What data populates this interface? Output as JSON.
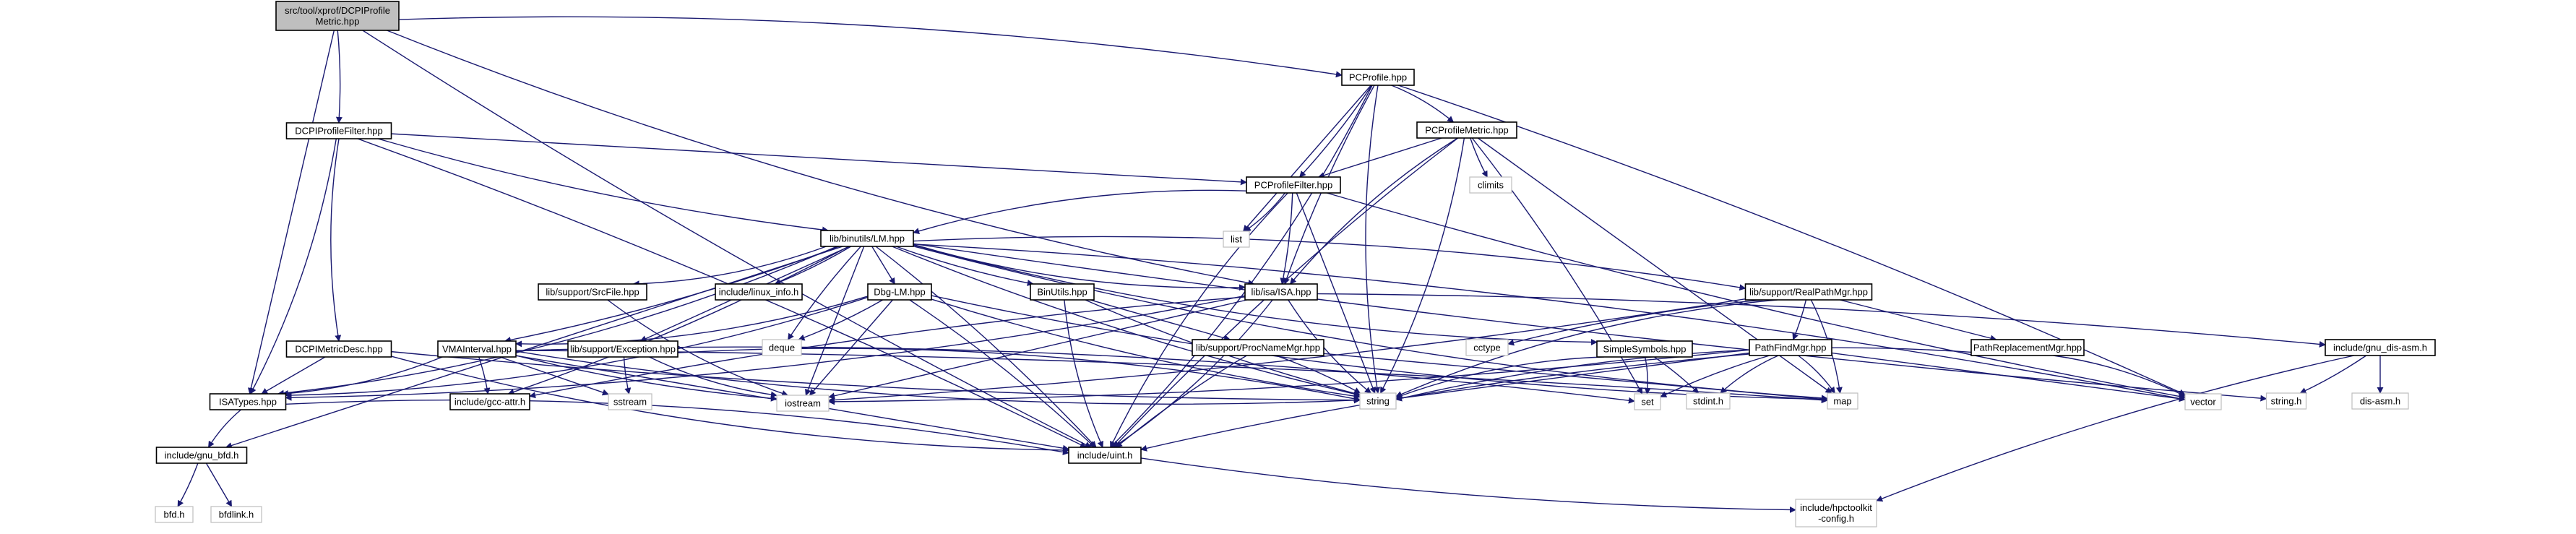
{
  "title": "src/tool/xprof/DCPIProfileMetric.hpp include dependency graph",
  "colors": {
    "edge": "#191970",
    "root_fill": "#bfbfbf",
    "node_border": "#000000",
    "system_border": "#bfbfbf"
  },
  "nodes": [
    {
      "id": "root",
      "label": [
        "src/tool/xprof/DCPIProfile",
        "Metric.hpp"
      ],
      "kind": "root"
    },
    {
      "id": "pcprofile",
      "label": [
        "PCProfile.hpp"
      ],
      "kind": "local"
    },
    {
      "id": "dcpiprofilefilter",
      "label": [
        "DCPIProfileFilter.hpp"
      ],
      "kind": "local"
    },
    {
      "id": "pcprofilemetric",
      "label": [
        "PCProfileMetric.hpp"
      ],
      "kind": "local"
    },
    {
      "id": "climits",
      "label": [
        "climits"
      ],
      "kind": "system"
    },
    {
      "id": "pcprofilefilter",
      "label": [
        "PCProfileFilter.hpp"
      ],
      "kind": "local"
    },
    {
      "id": "list",
      "label": [
        "list"
      ],
      "kind": "system"
    },
    {
      "id": "lm",
      "label": [
        "lib/binutils/LM.hpp"
      ],
      "kind": "local"
    },
    {
      "id": "srcfile",
      "label": [
        "lib/support/SrcFile.hpp"
      ],
      "kind": "local"
    },
    {
      "id": "linuxinfo",
      "label": [
        "include/linux_info.h"
      ],
      "kind": "local"
    },
    {
      "id": "dbglm",
      "label": [
        "Dbg-LM.hpp"
      ],
      "kind": "local"
    },
    {
      "id": "binutils",
      "label": [
        "BinUtils.hpp"
      ],
      "kind": "local"
    },
    {
      "id": "isa",
      "label": [
        "lib/isa/ISA.hpp"
      ],
      "kind": "local"
    },
    {
      "id": "realpathmgr",
      "label": [
        "lib/support/RealPathMgr.hpp"
      ],
      "kind": "local"
    },
    {
      "id": "dcpimetricdesc",
      "label": [
        "DCPIMetricDesc.hpp"
      ],
      "kind": "local"
    },
    {
      "id": "vmainterval",
      "label": [
        "VMAInterval.hpp"
      ],
      "kind": "local"
    },
    {
      "id": "exception",
      "label": [
        "lib/support/Exception.hpp"
      ],
      "kind": "local"
    },
    {
      "id": "deque",
      "label": [
        "deque"
      ],
      "kind": "system"
    },
    {
      "id": "procnamemgr",
      "label": [
        "lib/support/ProcNameMgr.hpp"
      ],
      "kind": "local"
    },
    {
      "id": "cctype",
      "label": [
        "cctype"
      ],
      "kind": "system"
    },
    {
      "id": "simplesymbols",
      "label": [
        "SimpleSymbols.hpp"
      ],
      "kind": "local"
    },
    {
      "id": "pathfindmgr",
      "label": [
        "PathFindMgr.hpp"
      ],
      "kind": "local"
    },
    {
      "id": "pathreplacementmgr",
      "label": [
        "PathReplacementMgr.hpp"
      ],
      "kind": "local"
    },
    {
      "id": "gnudisasm",
      "label": [
        "include/gnu_dis-asm.h"
      ],
      "kind": "local"
    },
    {
      "id": "isatypes",
      "label": [
        "ISATypes.hpp"
      ],
      "kind": "local"
    },
    {
      "id": "gccattr",
      "label": [
        "include/gcc-attr.h"
      ],
      "kind": "local"
    },
    {
      "id": "sstream",
      "label": [
        "sstream"
      ],
      "kind": "system"
    },
    {
      "id": "iostream",
      "label": [
        "iostream"
      ],
      "kind": "system"
    },
    {
      "id": "string",
      "label": [
        "string"
      ],
      "kind": "system"
    },
    {
      "id": "set",
      "label": [
        "set"
      ],
      "kind": "system"
    },
    {
      "id": "stdint",
      "label": [
        "stdint.h"
      ],
      "kind": "system"
    },
    {
      "id": "map",
      "label": [
        "map"
      ],
      "kind": "system"
    },
    {
      "id": "vector",
      "label": [
        "vector"
      ],
      "kind": "system"
    },
    {
      "id": "stringh",
      "label": [
        "string.h"
      ],
      "kind": "system"
    },
    {
      "id": "disasm",
      "label": [
        "dis-asm.h"
      ],
      "kind": "system"
    },
    {
      "id": "gnubfd",
      "label": [
        "include/gnu_bfd.h"
      ],
      "kind": "local"
    },
    {
      "id": "uint",
      "label": [
        "include/uint.h"
      ],
      "kind": "local"
    },
    {
      "id": "bfdh",
      "label": [
        "bfd.h"
      ],
      "kind": "system"
    },
    {
      "id": "bfdlink",
      "label": [
        "bfdlink.h"
      ],
      "kind": "system"
    },
    {
      "id": "hpctoolkitconfig",
      "label": [
        "include/hpctoolkit",
        "-config.h"
      ],
      "kind": "system"
    }
  ],
  "edges": [
    [
      "root",
      "pcprofile"
    ],
    [
      "root",
      "dcpiprofilefilter"
    ],
    [
      "root",
      "isatypes"
    ],
    [
      "root",
      "uint"
    ],
    [
      "root",
      "isa"
    ],
    [
      "pcprofile",
      "pcprofilemetric"
    ],
    [
      "pcprofile",
      "pcprofilefilter"
    ],
    [
      "pcprofile",
      "list"
    ],
    [
      "pcprofile",
      "isa"
    ],
    [
      "pcprofile",
      "string"
    ],
    [
      "pcprofile",
      "uint"
    ],
    [
      "pcprofile",
      "vector"
    ],
    [
      "dcpiprofilefilter",
      "pcprofilefilter"
    ],
    [
      "dcpiprofilefilter",
      "lm"
    ],
    [
      "dcpiprofilefilter",
      "dcpimetricdesc"
    ],
    [
      "dcpiprofilefilter",
      "isatypes"
    ],
    [
      "dcpiprofilefilter",
      "uint"
    ],
    [
      "pcprofilemetric",
      "pcprofilefilter"
    ],
    [
      "pcprofilemetric",
      "climits"
    ],
    [
      "pcprofilemetric",
      "isa"
    ],
    [
      "pcprofilemetric",
      "string"
    ],
    [
      "pcprofilemetric",
      "set"
    ],
    [
      "pcprofilemetric",
      "map"
    ],
    [
      "pcprofilemetric",
      "uint"
    ],
    [
      "pcprofilefilter",
      "lm"
    ],
    [
      "pcprofilefilter",
      "list"
    ],
    [
      "pcprofilefilter",
      "isa"
    ],
    [
      "pcprofilefilter",
      "string"
    ],
    [
      "pcprofilefilter",
      "vector"
    ],
    [
      "pcprofilefilter",
      "uint"
    ],
    [
      "lm",
      "srcfile"
    ],
    [
      "lm",
      "linuxinfo"
    ],
    [
      "lm",
      "dbglm"
    ],
    [
      "lm",
      "binutils"
    ],
    [
      "lm",
      "isa"
    ],
    [
      "lm",
      "realpathmgr"
    ],
    [
      "lm",
      "vmainterval"
    ],
    [
      "lm",
      "exception"
    ],
    [
      "lm",
      "deque"
    ],
    [
      "lm",
      "simplesymbols"
    ],
    [
      "lm",
      "isatypes"
    ],
    [
      "lm",
      "gccattr"
    ],
    [
      "lm",
      "iostream"
    ],
    [
      "lm",
      "string"
    ],
    [
      "lm",
      "map"
    ],
    [
      "lm",
      "vector"
    ],
    [
      "lm",
      "uint"
    ],
    [
      "lm",
      "gnubfd"
    ],
    [
      "lm",
      "stringh"
    ],
    [
      "srcfile",
      "iostream"
    ],
    [
      "dbglm",
      "vmainterval"
    ],
    [
      "dbglm",
      "deque"
    ],
    [
      "dbglm",
      "iostream"
    ],
    [
      "dbglm",
      "string"
    ],
    [
      "dbglm",
      "map"
    ],
    [
      "dbglm",
      "isatypes"
    ],
    [
      "dbglm",
      "uint"
    ],
    [
      "binutils",
      "procnamemgr"
    ],
    [
      "binutils",
      "string"
    ],
    [
      "binutils",
      "uint"
    ],
    [
      "isa",
      "isatypes"
    ],
    [
      "isa",
      "gnudisasm"
    ],
    [
      "isa",
      "iostream"
    ],
    [
      "isa",
      "gccattr"
    ],
    [
      "isa",
      "string"
    ],
    [
      "isa",
      "uint"
    ],
    [
      "realpathmgr",
      "pathfindmgr"
    ],
    [
      "realpathmgr",
      "pathreplacementmgr"
    ],
    [
      "realpathmgr",
      "cctype"
    ],
    [
      "realpathmgr",
      "string"
    ],
    [
      "realpathmgr",
      "map"
    ],
    [
      "realpathmgr",
      "iostream"
    ],
    [
      "dcpimetricdesc",
      "isatypes"
    ],
    [
      "dcpimetricdesc",
      "string"
    ],
    [
      "dcpimetricdesc",
      "uint"
    ],
    [
      "vmainterval",
      "isatypes"
    ],
    [
      "vmainterval",
      "gccattr"
    ],
    [
      "vmainterval",
      "sstream"
    ],
    [
      "vmainterval",
      "iostream"
    ],
    [
      "vmainterval",
      "string"
    ],
    [
      "vmainterval",
      "set"
    ],
    [
      "vmainterval",
      "map"
    ],
    [
      "vmainterval",
      "uint"
    ],
    [
      "exception",
      "sstream"
    ],
    [
      "exception",
      "iostream"
    ],
    [
      "exception",
      "string"
    ],
    [
      "procnamemgr",
      "string"
    ],
    [
      "procnamemgr",
      "map"
    ],
    [
      "procnamemgr",
      "uint"
    ],
    [
      "simplesymbols",
      "string"
    ],
    [
      "simplesymbols",
      "set"
    ],
    [
      "simplesymbols",
      "stdint"
    ],
    [
      "pathfindmgr",
      "string"
    ],
    [
      "pathfindmgr",
      "set"
    ],
    [
      "pathfindmgr",
      "stdint"
    ],
    [
      "pathfindmgr",
      "map"
    ],
    [
      "pathfindmgr",
      "iostream"
    ],
    [
      "pathfindmgr",
      "vector"
    ],
    [
      "pathfindmgr",
      "uint"
    ],
    [
      "pathreplacementmgr",
      "string"
    ],
    [
      "pathreplacementmgr",
      "vector"
    ],
    [
      "gnudisasm",
      "stringh"
    ],
    [
      "gnudisasm",
      "disasm"
    ],
    [
      "gnudisasm",
      "hpctoolkitconfig"
    ],
    [
      "isatypes",
      "gnubfd"
    ],
    [
      "isatypes",
      "uint"
    ],
    [
      "gnubfd",
      "bfdh"
    ],
    [
      "gnubfd",
      "bfdlink"
    ],
    [
      "uint",
      "hpctoolkitconfig"
    ]
  ]
}
